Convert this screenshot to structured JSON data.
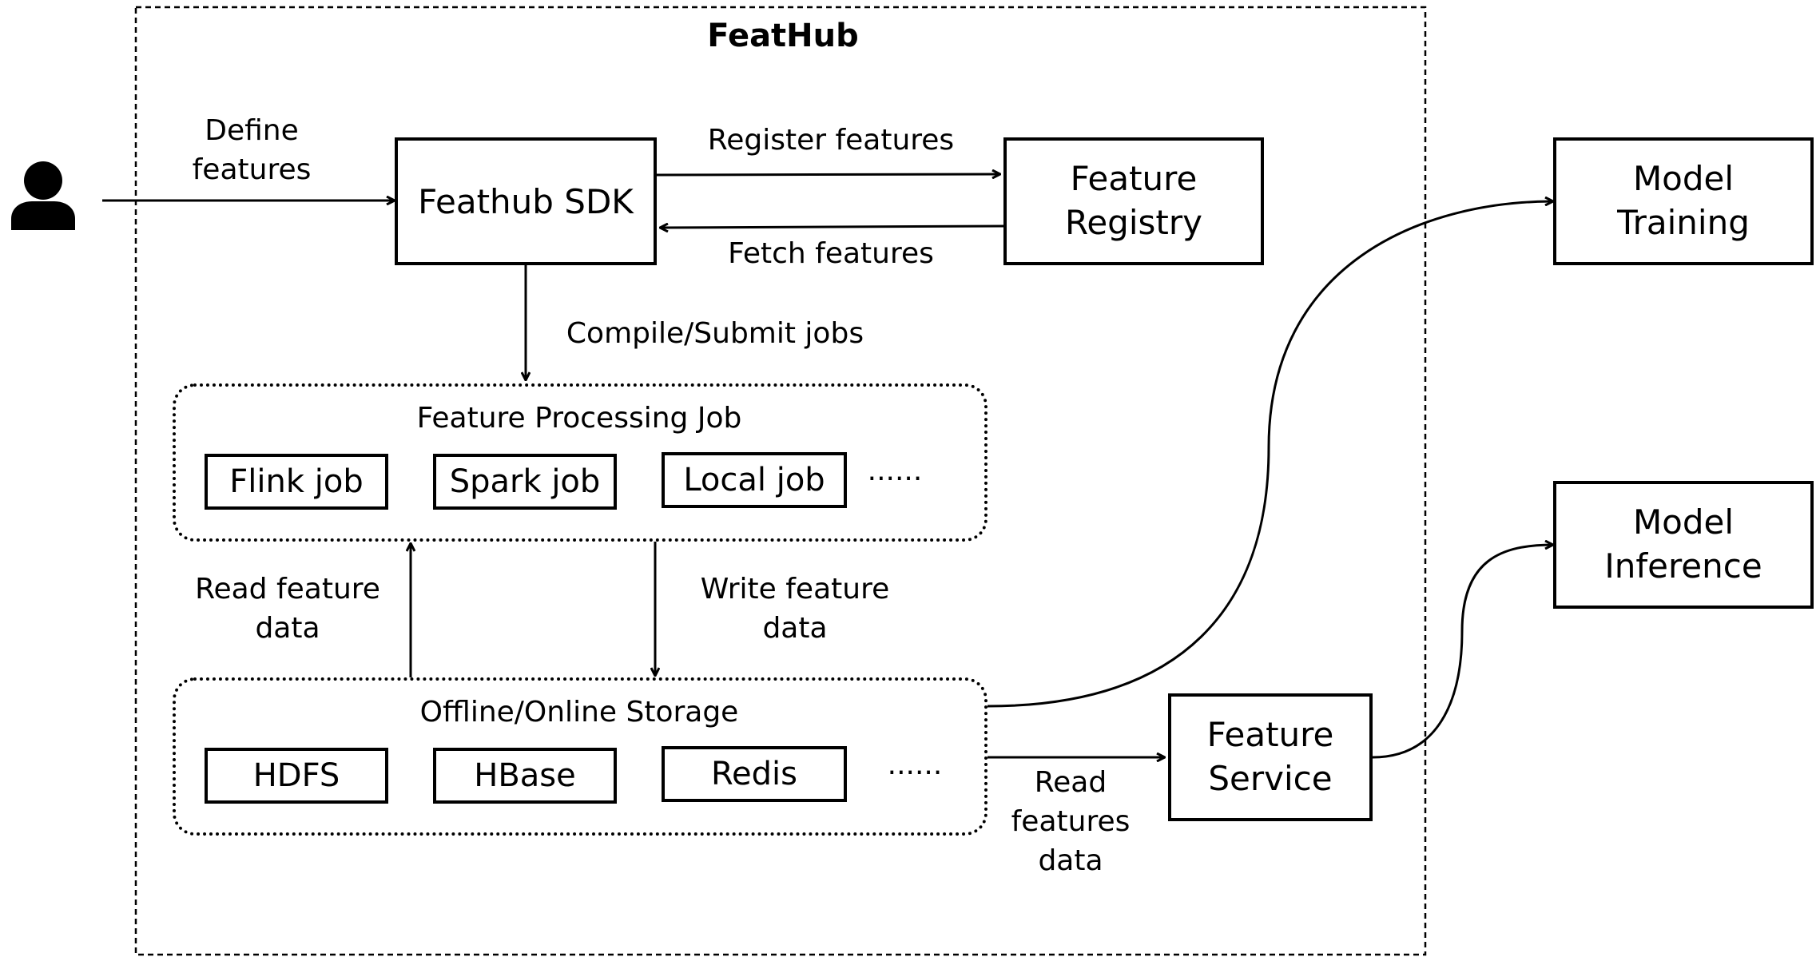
{
  "title": "FeatHub",
  "nodes": {
    "user": {
      "icon": "user-icon"
    },
    "sdk": {
      "label": "Feathub SDK"
    },
    "registry": {
      "label": "Feature\nRegistry"
    },
    "model_training": {
      "label": "Model\nTraining"
    },
    "model_inference": {
      "label": "Model\nInference"
    },
    "feature_service": {
      "label": "Feature\nService"
    }
  },
  "groups": {
    "processing": {
      "title": "Feature Processing Job",
      "items": [
        "Flink job",
        "Spark job",
        "Local job"
      ],
      "more": "......"
    },
    "storage": {
      "title": "Offline/Online Storage",
      "items": [
        "HDFS",
        "HBase",
        "Redis"
      ],
      "more": "......"
    }
  },
  "edges": {
    "define_features": "Define\nfeatures",
    "register_features": "Register features",
    "fetch_features": "Fetch features",
    "compile_submit": "Compile/Submit jobs",
    "read_feature_data": "Read feature\ndata",
    "write_feature_data": "Write feature\ndata",
    "read_features_data": "Read\nfeatures\ndata"
  }
}
